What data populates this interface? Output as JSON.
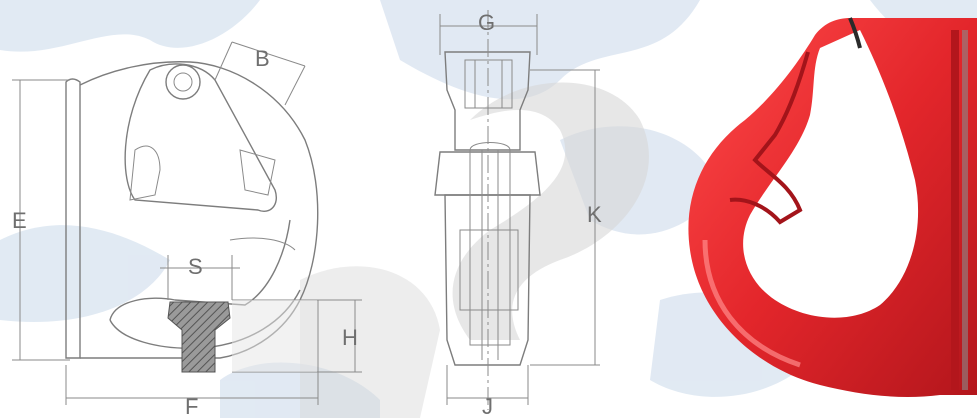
{
  "diagram": {
    "dimension_labels": {
      "B": "B",
      "E": "E",
      "S": "S",
      "H": "H",
      "F": "F",
      "G": "G",
      "K": "K",
      "J": "J"
    },
    "colors": {
      "background_watermark": "#c9d8ea",
      "watermark_gray": "#b8b8b8",
      "line": "#7d7d7d",
      "hatch": "#6a6a6a",
      "hook_red": "#e3262b",
      "hook_dark": "#a3141a",
      "hook_highlight": "#ff7a7a"
    }
  }
}
